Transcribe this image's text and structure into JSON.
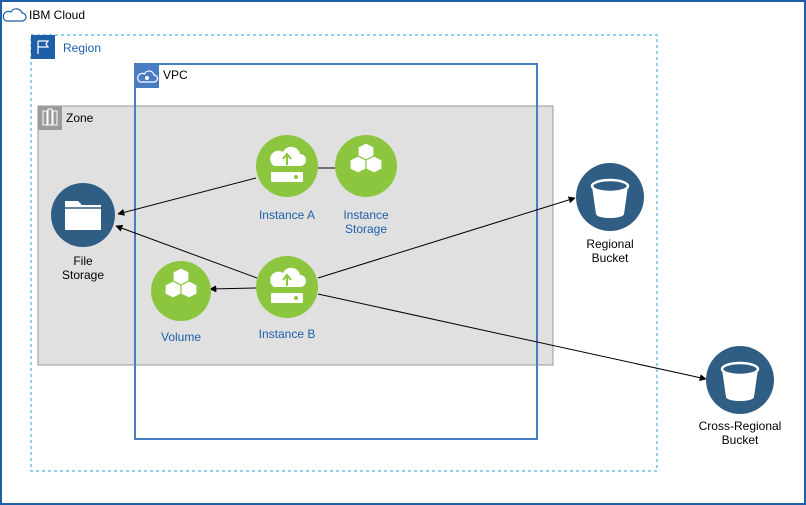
{
  "cloud": {
    "title": "IBM Cloud"
  },
  "region": {
    "title": "Region"
  },
  "vpc": {
    "title": "VPC"
  },
  "zone": {
    "title": "Zone"
  },
  "nodes": {
    "instance_a": {
      "label": "Instance A"
    },
    "instance_storage": {
      "label_line1": "Instance",
      "label_line2": "Storage"
    },
    "instance_b": {
      "label": "Instance B"
    },
    "volume": {
      "label": "Volume"
    },
    "file_storage": {
      "label_line1": "File",
      "label_line2": "Storage"
    },
    "regional_bucket": {
      "label_line1": "Regional",
      "label_line2": "Bucket"
    },
    "cross_regional_bucket": {
      "label_line1": "Cross-Regional",
      "label_line2": "Bucket"
    }
  },
  "colors": {
    "cloud_border": "#1f5fa8",
    "region_border": "#2a9fd8",
    "vpc_border": "#4a7cc4",
    "zone_fill": "#e0e0e0",
    "compute_green": "#8cc63f",
    "storage_navy": "#2f5d84",
    "label_blue": "#1f5fa8"
  }
}
